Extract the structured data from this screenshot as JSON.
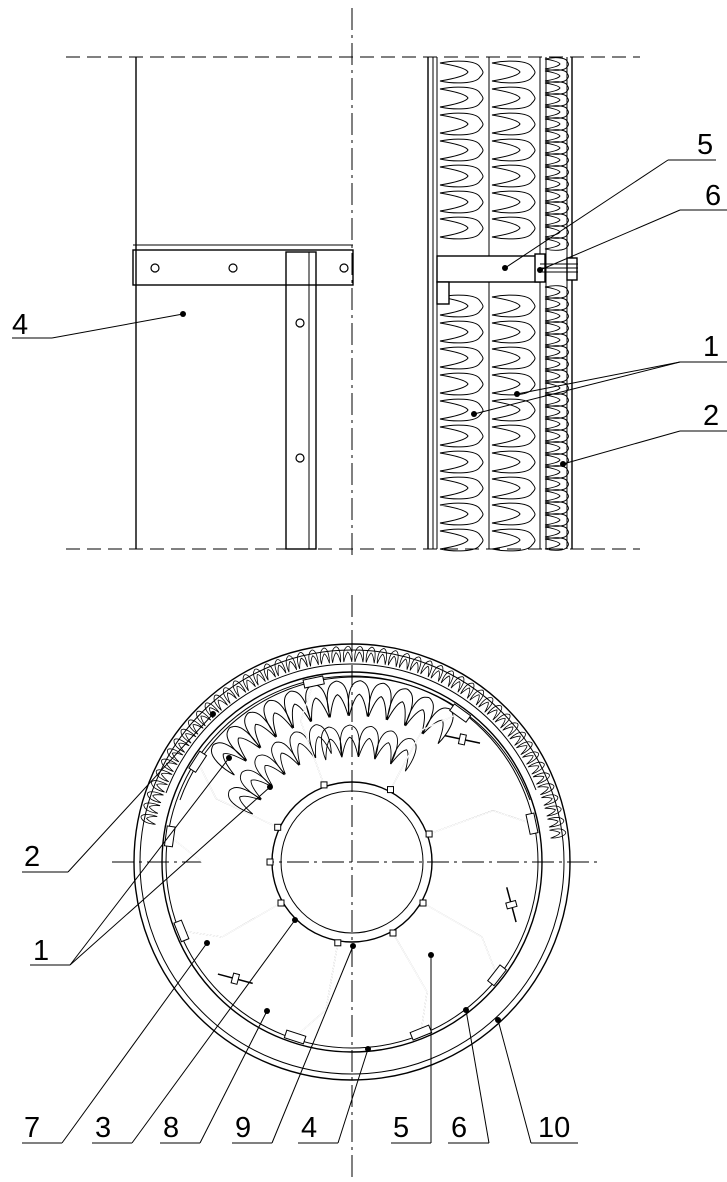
{
  "callouts": {
    "upper": {
      "5": "5",
      "6": "6",
      "1": "1",
      "2": "2",
      "4": "4"
    },
    "lower": {
      "2": "2",
      "1": "1",
      "7": "7",
      "3": "3",
      "8": "8",
      "9": "9",
      "4": "4",
      "5": "5",
      "6": "6",
      "10": "10"
    }
  }
}
